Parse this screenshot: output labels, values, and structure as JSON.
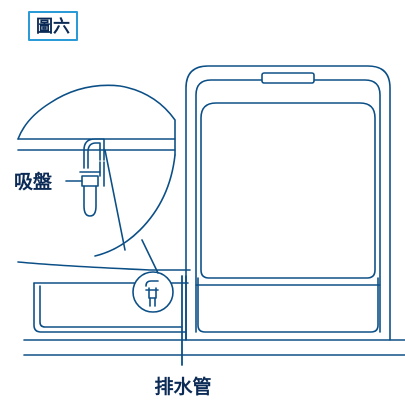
{
  "figure": {
    "tag": "圖六",
    "labels": {
      "suction_cup": "吸盤",
      "drain_pipe": "排水管"
    }
  },
  "colors": {
    "line": "#0b4f86",
    "tag_border": "#2a9bd6",
    "label_text": "#0b2a55",
    "background": "#ffffff"
  }
}
